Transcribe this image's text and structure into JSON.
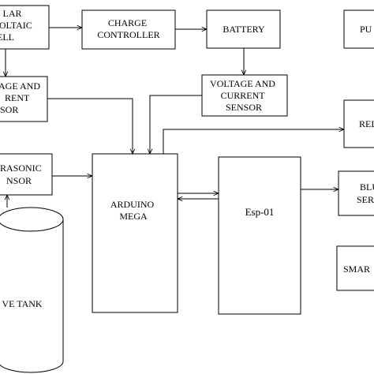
{
  "blocks": {
    "solar_pv_cell": {
      "lines": [
        "LAR",
        "VOLTAIC",
        "ELL"
      ]
    },
    "charge_controller": {
      "lines": [
        "CHARGE",
        "CONTROLLER"
      ]
    },
    "battery": {
      "lines": [
        "BATTERY"
      ]
    },
    "pump": {
      "lines": [
        "PU"
      ]
    },
    "left_voltage_current_sensor": {
      "lines": [
        "AGE AND",
        "RENT",
        "SOR"
      ]
    },
    "voltage_current_sensor": {
      "lines": [
        "VOLTAGE AND",
        "CURRENT",
        "SENSOR"
      ]
    },
    "relay": {
      "lines": [
        "REL"
      ]
    },
    "ultrasonic_sensor": {
      "lines": [
        "RASONIC",
        "NSOR"
      ]
    },
    "arduino_mega": {
      "lines": [
        "ARDUINO",
        "MEGA"
      ]
    },
    "esp01": {
      "lines": [
        "Esp-01"
      ]
    },
    "bluetooth_serial": {
      "lines": [
        "BLU",
        "SER"
      ]
    },
    "smartphone": {
      "lines": [
        "SMAR"
      ]
    },
    "tank": {
      "lines": [
        "VE TANK"
      ]
    }
  },
  "colors": {
    "stroke": "#000000",
    "background": "#ffffff"
  }
}
